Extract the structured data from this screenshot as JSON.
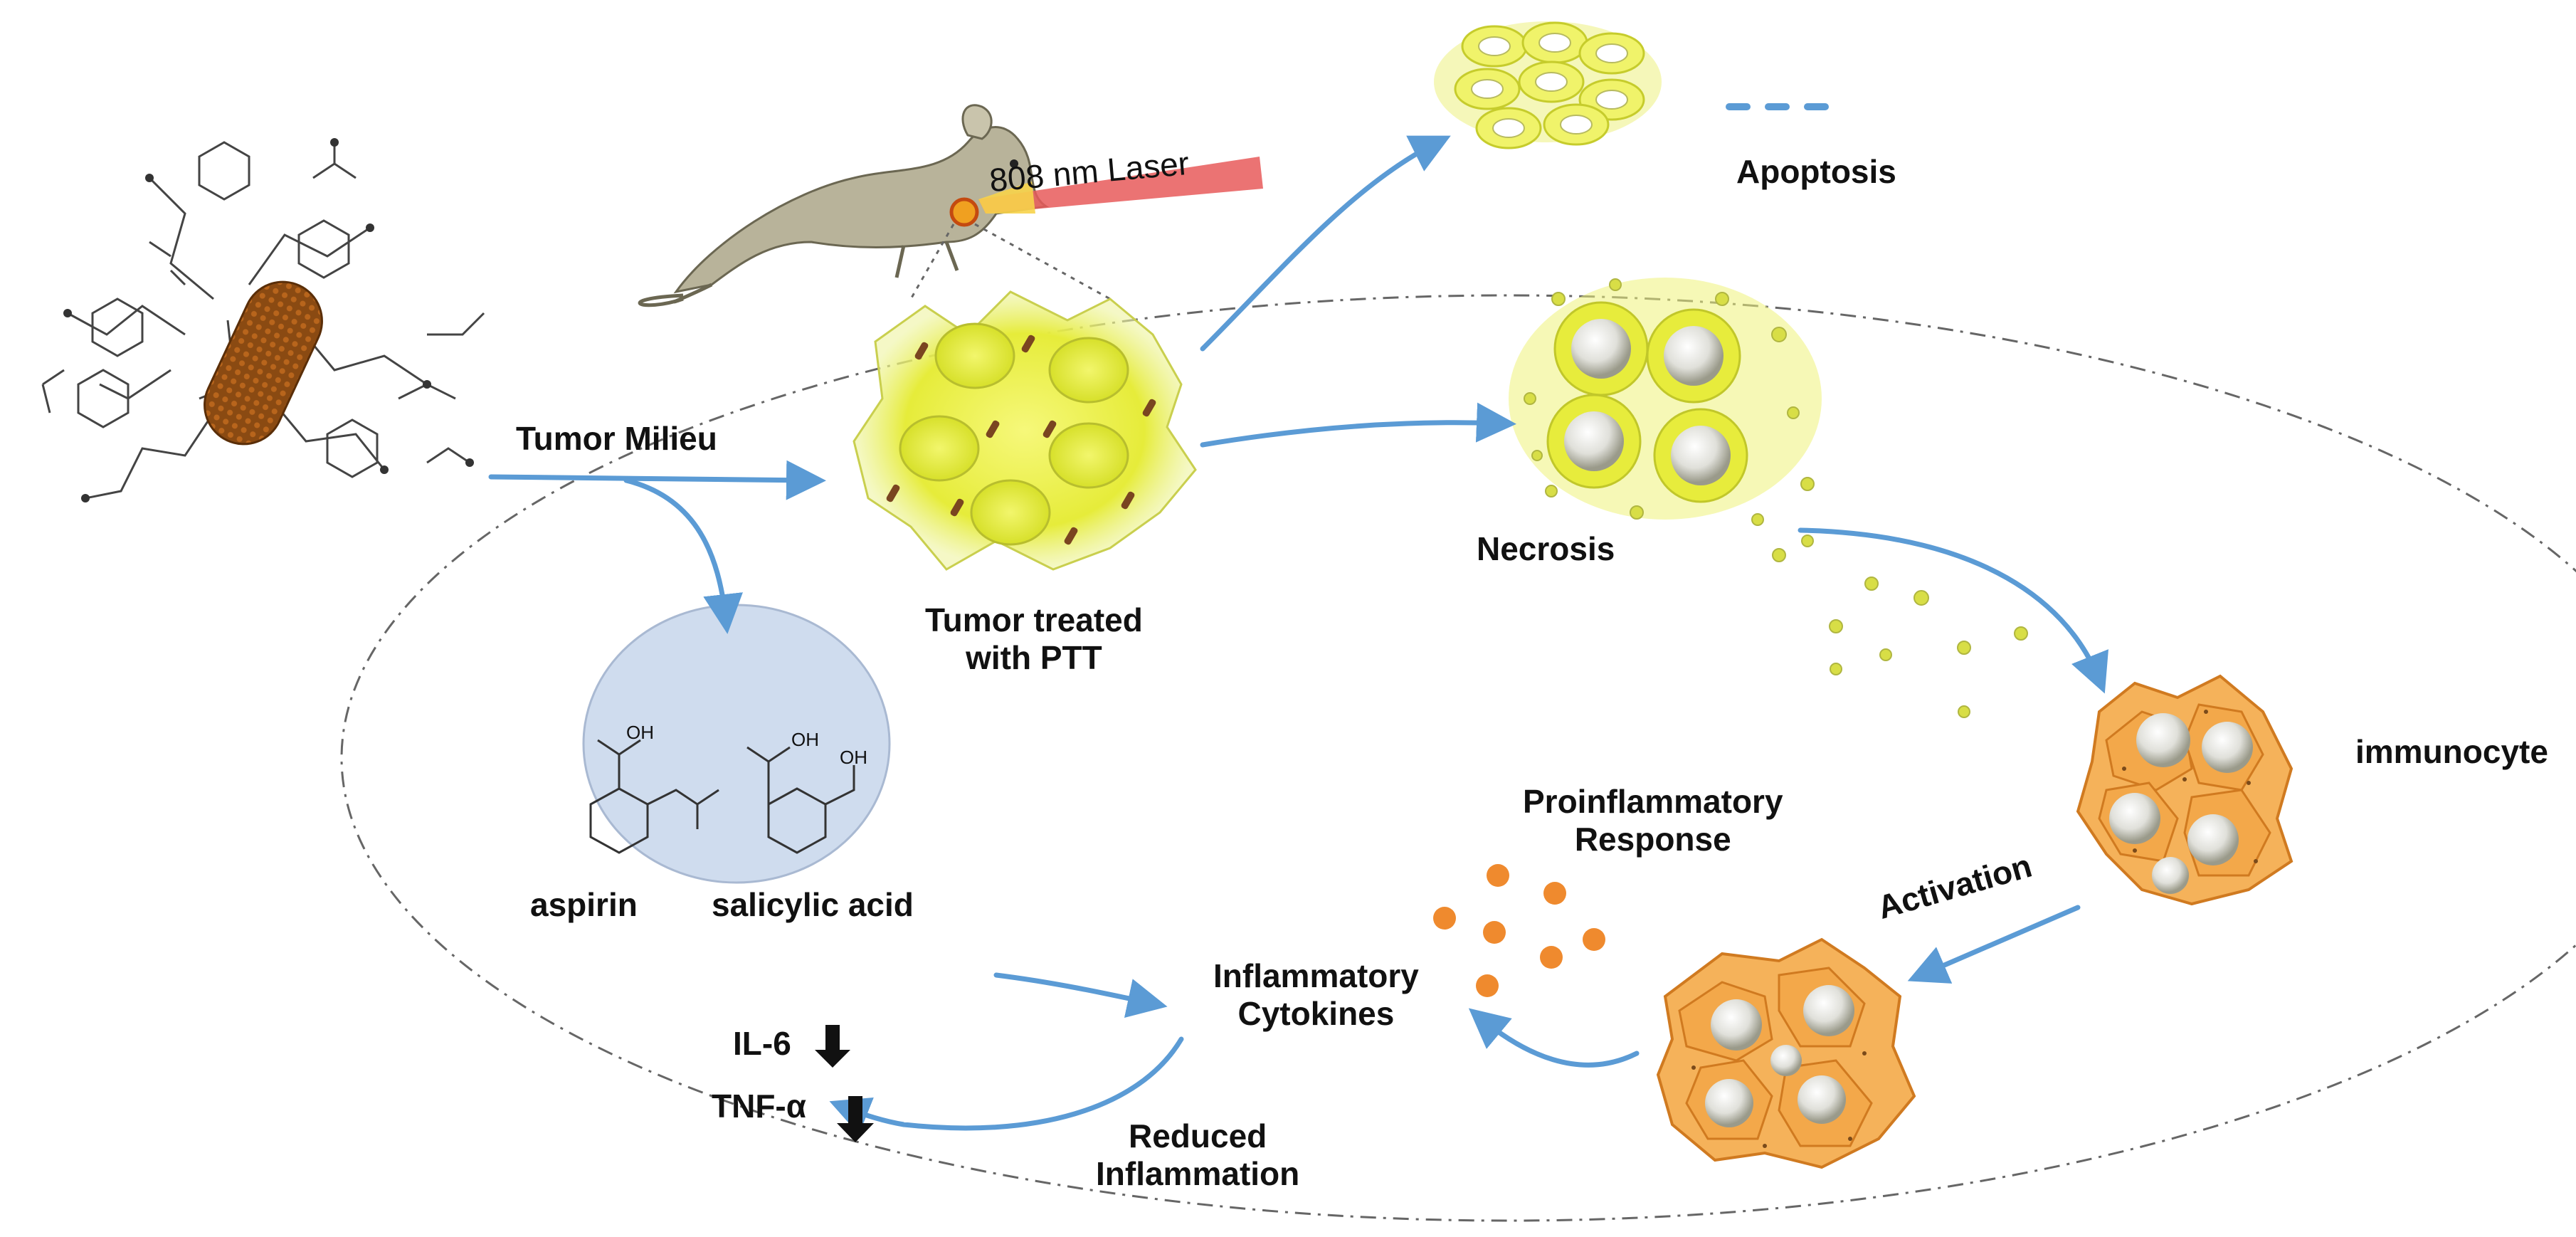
{
  "colors": {
    "arrow": "#5b9bd5",
    "tumor": "#e8ee4a",
    "cell_orange": "#f0a040",
    "cytokine_dot": "#ef8a2e",
    "aspirin_bg": "#cfdcee",
    "laser": "#e05050"
  },
  "labels": {
    "laser": "808 nm Laser",
    "apoptosis": "Apoptosis",
    "tumor_milieu": "Tumor Milieu",
    "necrosis": "Necrosis",
    "tumor_treated": "Tumor treated\nwith PTT",
    "immunocyte": "immunocyte",
    "proinflammatory": "Proinflammatory\nResponse",
    "aspirin": "aspirin",
    "salicylic_acid": "salicylic acid",
    "activation": "Activation",
    "inflammatory_cytokines": "Inflammatory\nCytokines",
    "il6": "IL-6",
    "tnfa": "TNF-α",
    "reduced_inflammation": "Reduced\nInflammation"
  },
  "chem_labels": {
    "aspirin_oh": "OH",
    "salicylic_oh_top": "OH",
    "salicylic_oh_side": "OH"
  },
  "icons": [
    "nanorod-icon",
    "mouse-icon",
    "tumor-cluster-icon",
    "apoptotic-cells-icon",
    "necrotic-cells-icon",
    "immunocyte-icon",
    "activated-immunocyte-icon",
    "cytokine-dots-icon",
    "down-arrow-icon"
  ]
}
